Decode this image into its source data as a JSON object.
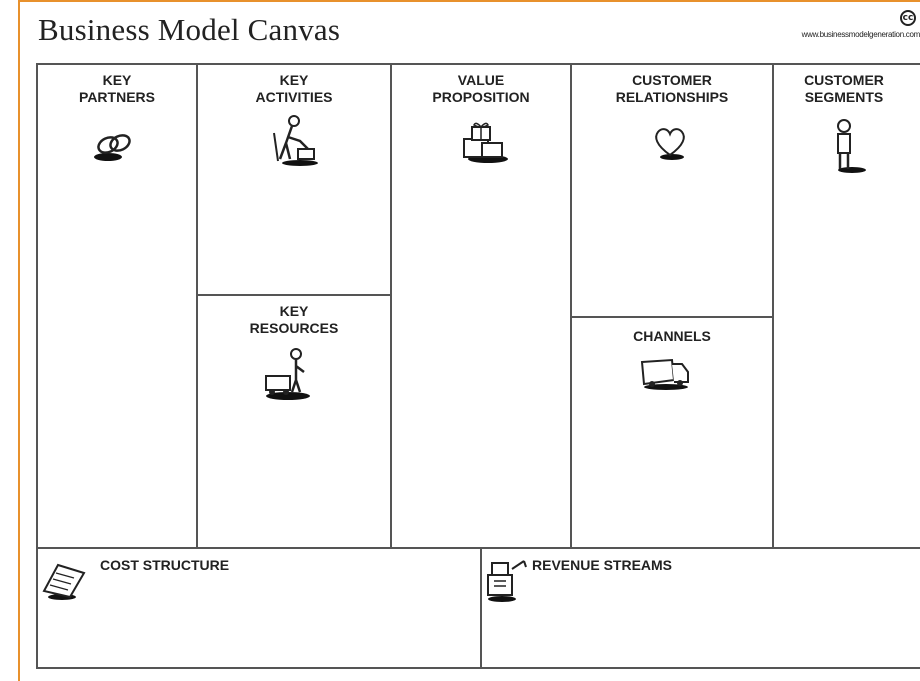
{
  "header": {
    "title": "Business Model Canvas",
    "license_mark": "cc",
    "url": "www.businessmodelgeneration.com"
  },
  "blocks": {
    "key_partners": "KEY\nPARTNERS",
    "key_activities": "KEY\nACTIVITIES",
    "key_resources": "KEY\nRESOURCES",
    "value_proposition": "VALUE\nPROPOSITION",
    "customer_relationships": "CUSTOMER\nRELATIONSHIPS",
    "channels": "CHANNELS",
    "customer_segments": "CUSTOMER\nSEGMENTS",
    "cost_structure": "COST STRUCTURE",
    "revenue_streams": "REVENUE STREAMS"
  },
  "icons": {
    "key_partners": "chain-links-icon",
    "key_activities": "worker-icon",
    "key_resources": "forklift-worker-icon",
    "value_proposition": "gift-boxes-icon",
    "customer_relationships": "heart-icon",
    "channels": "truck-icon",
    "customer_segments": "person-icon",
    "cost_structure": "receipt-icon",
    "revenue_streams": "cash-register-icon"
  }
}
